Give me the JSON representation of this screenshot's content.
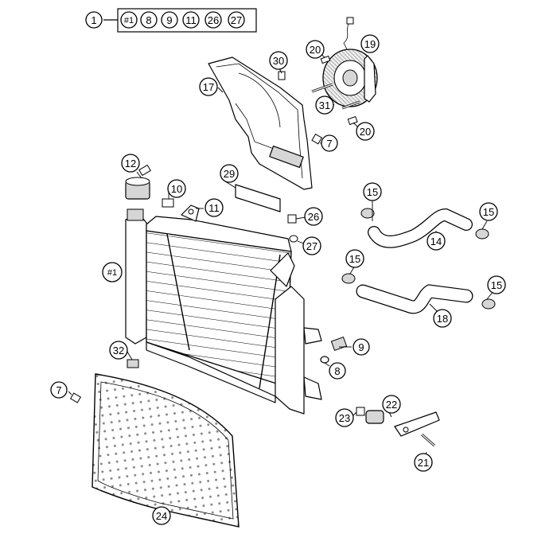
{
  "kit": {
    "label": "1",
    "contents": [
      "#1",
      "8",
      "9",
      "11",
      "26",
      "27"
    ]
  },
  "callouts": {
    "c_radiator": "#1",
    "c7_top": "7",
    "c7_left": "7",
    "c8": "8",
    "c9": "9",
    "c10": "10",
    "c11": "11",
    "c12": "12",
    "c14": "14",
    "c15_a": "15",
    "c15_b": "15",
    "c15_c": "15",
    "c15_d": "15",
    "c17": "17",
    "c18": "18",
    "c19": "19",
    "c20_a": "20",
    "c20_b": "20",
    "c21": "21",
    "c22": "22",
    "c23": "23",
    "c24": "24",
    "c26": "26",
    "c27": "27",
    "c29": "29",
    "c30": "30",
    "c31": "31",
    "c32": "32"
  }
}
